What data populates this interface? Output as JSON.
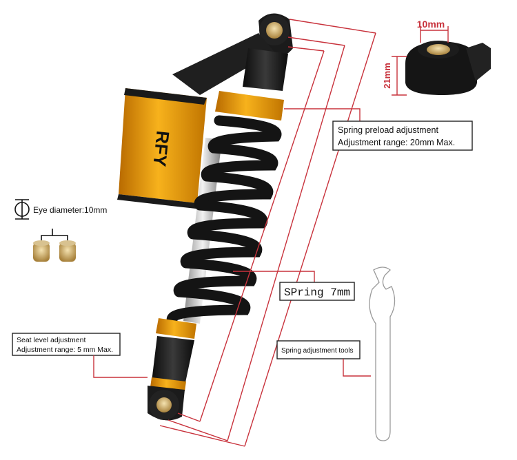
{
  "colors": {
    "accent_orange": "#f0a010",
    "spring_black": "#161616",
    "dimension_red": "#c8323c"
  },
  "labels": {
    "eye_top": "10mm",
    "eye_side": "21mm",
    "preload_title": "Spring preload adjustment",
    "preload_range": "Adjustment range: 20mm Max.",
    "eye_diameter": "Eye diameter:10mm",
    "spring": "SPring 7mm",
    "seat_title": "Seat level adjustment",
    "seat_range": "Adjustment range: 5 mm Max.",
    "tools": "Spring adjustment tools",
    "brand": "RFY"
  },
  "icons": {
    "diameter": "diameter-symbol-icon"
  }
}
